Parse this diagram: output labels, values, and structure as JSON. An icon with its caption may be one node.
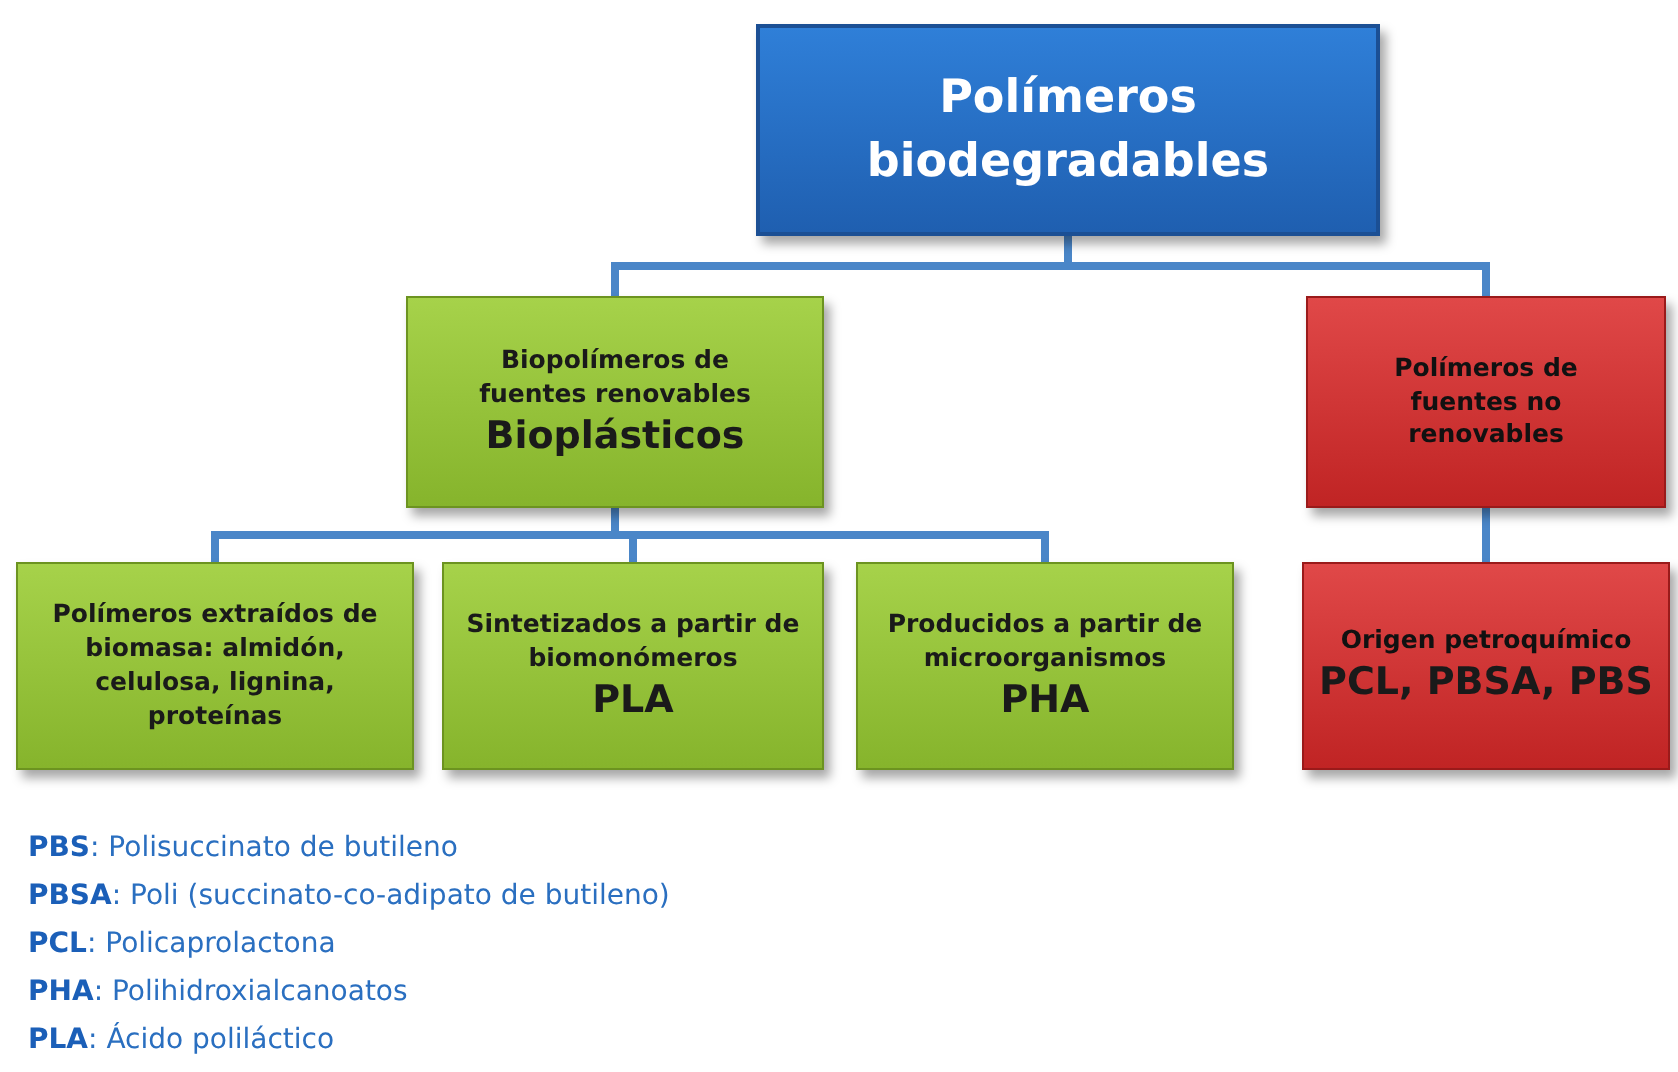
{
  "diagram": {
    "nodes": [
      {
        "text": [
          "Polímeros biodegradables"
        ]
      },
      {
        "text": [
          "Biopolímeros de fuentes renovables",
          "Bioplásticos"
        ]
      },
      {
        "text": [
          "Polímeros de fuentes no renovables"
        ]
      },
      {
        "text": [
          "Polímeros extraídos de biomasa: almidón, celulosa, lignina, proteínas"
        ]
      },
      {
        "text": [
          "Sintetizados a partir de biomonómeros",
          "PLA"
        ]
      },
      {
        "text": [
          "Producidos a partir de microorganismos",
          "PHA"
        ]
      },
      {
        "text": [
          "Origen petroquímico",
          "PCL, PBSA, PBS"
        ]
      }
    ],
    "edges": [
      {
        "from": 0,
        "to": 1,
        "arrow": "none"
      },
      {
        "from": 0,
        "to": 2,
        "arrow": "none"
      },
      {
        "from": 1,
        "to": 3,
        "arrow": "none"
      },
      {
        "from": 1,
        "to": 4,
        "arrow": "none"
      },
      {
        "from": 1,
        "to": 5,
        "arrow": "none"
      },
      {
        "from": 2,
        "to": 6,
        "arrow": "none"
      }
    ],
    "labels": [
      "**PBS**: Polisuccinato de butileno",
      "**PBSA**: Poli (succinato-co-adipato de butileno)",
      "**PCL**: Policaprolactona",
      "**PHA**: Polihidroxialcanoatos",
      "**PLA**: Ácido poliláctico"
    ]
  }
}
